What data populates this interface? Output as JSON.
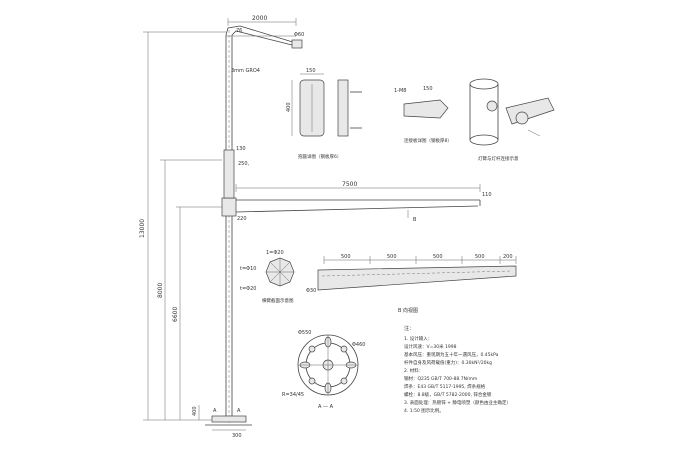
{
  "dimensions": {
    "arm_top_length": "2000",
    "arm_top_dia": "76",
    "lamp_head_dia": "Φ60",
    "upper_note": "3mm GRO4",
    "plate_130": "130",
    "plate_250": "250,",
    "total_height": "13000",
    "mid_height": "8000",
    "lower_height": "6600",
    "base_height": "400",
    "base_width": "300",
    "long_arm_length": "7500",
    "long_arm_end": "110",
    "arm_junction": "220",
    "section_b": "B",
    "section_a_left": "A",
    "section_a_right": "A"
  },
  "plate_detail": {
    "width": "150",
    "height": "400",
    "bolt_label": "1-M8",
    "side_dim": "150",
    "caption_left": "抱箍详图（钢板厚6）",
    "caption_mid": "连接板详图（钢板厚8）",
    "caption_right": "灯臂与灯杆连接示意"
  },
  "octagon_detail": {
    "top_label": "1=Φ20",
    "left_label": "t=Φ10",
    "bottom_label": "t=Φ20",
    "caption": "横臂截面示意图"
  },
  "arm_detail": {
    "segments": [
      "500",
      "500",
      "500",
      "500",
      "200"
    ],
    "dia_label": "Φ30",
    "caption": "B 向视图"
  },
  "flange_detail": {
    "outer_dia": "Φ550",
    "inner_dia": "Φ460",
    "bolt_label": "R=34/45",
    "section": "A — A"
  },
  "notes": {
    "heading": "注：",
    "lines": [
      "1. 设计输入：",
      "   设计风速：V=30米 1998",
      "   基本风压：重现期为五十年一遇风压，0.45kPa",
      "   杆件自身及风荷载值(重力)：0.30kN²/20kg",
      "2. 材料：",
      "   钢材：Q235 GB/T 700-88.7N/mm",
      "   焊条：E43 GB/T 5117-1995, 焊条规格",
      "   螺栓：8.8级，GB/T 5782-2000, 锌合金镀",
      "3. 表面处理：热镀锌 + 静电喷塑（颜色由业主确定）",
      "4. 1:50 图示比例。"
    ]
  },
  "colors": {
    "line": "#444444",
    "background": "#ffffff",
    "fill": "#e8e8e8"
  }
}
